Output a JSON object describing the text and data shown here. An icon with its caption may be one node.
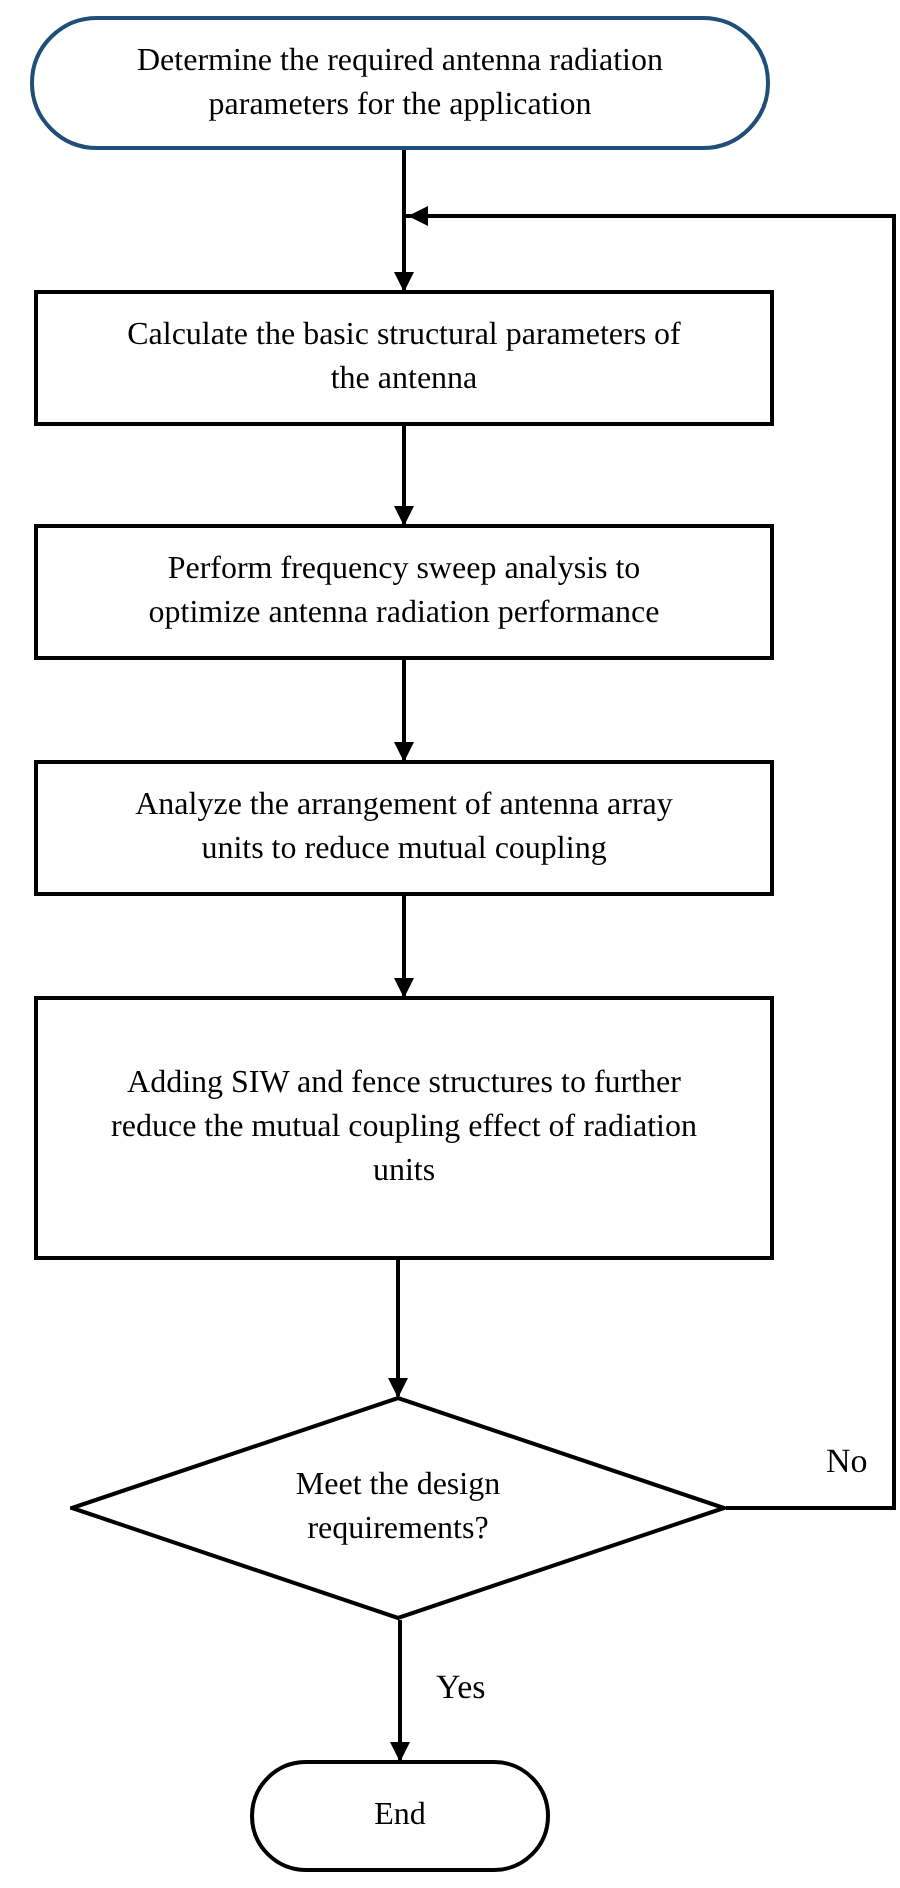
{
  "diagram": {
    "nodes": [
      {
        "text": [
          "Determine the required antenna radiation parameters for the application"
        ]
      },
      {
        "text": [
          "Calculate the basic structural parameters of the antenna"
        ]
      },
      {
        "text": [
          "Perform frequency sweep analysis to optimize antenna radiation performance"
        ]
      },
      {
        "text": [
          "Analyze the arrangement of antenna array units to reduce mutual coupling"
        ]
      },
      {
        "text": [
          "Adding SIW and fence structures to further reduce the mutual coupling effect of radiation units"
        ]
      },
      {
        "text": [
          "Meet the design requirements?"
        ]
      },
      {
        "text": [
          "End"
        ]
      }
    ],
    "edges": [
      {
        "from": 0,
        "to": 1,
        "arrow": "to"
      },
      {
        "from": 1,
        "to": 2,
        "arrow": "to"
      },
      {
        "from": 2,
        "to": 3,
        "arrow": "to"
      },
      {
        "from": 3,
        "to": 4,
        "arrow": "to"
      },
      {
        "from": 4,
        "to": 5,
        "arrow": "to"
      },
      {
        "from": 5,
        "to": 6,
        "arrow": "to",
        "label": "Yes"
      },
      {
        "from": 5,
        "to": 1,
        "arrow": "to",
        "label": "No"
      }
    ]
  }
}
